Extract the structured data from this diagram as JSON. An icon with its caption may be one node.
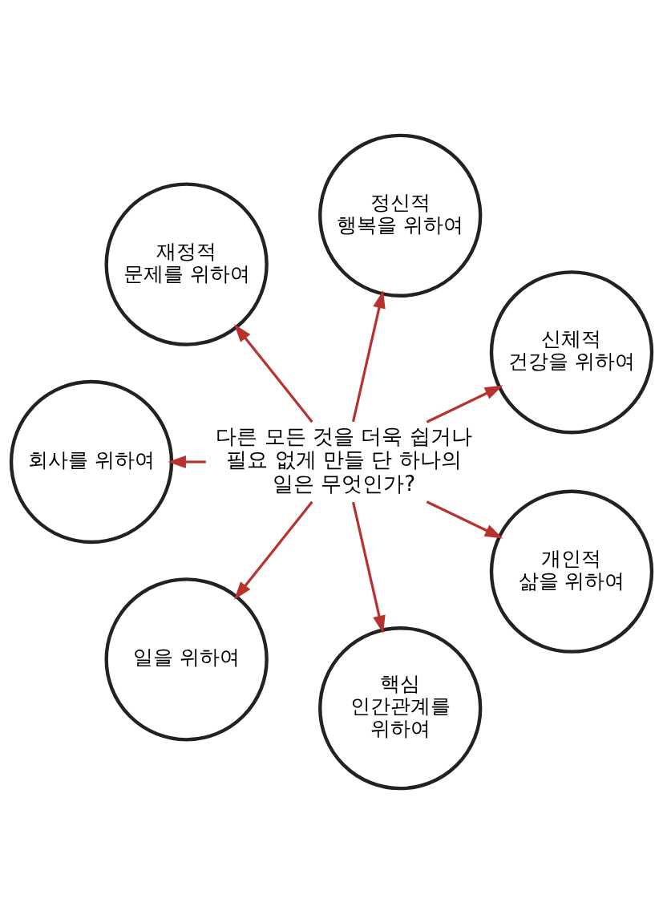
{
  "diagram": {
    "nodes": [
      {
        "text": [
          "정신적 행복을 위하여"
        ]
      },
      {
        "text": [
          "재정적 문제를 위하여"
        ]
      },
      {
        "text": [
          "신체적 건강을 위하여"
        ]
      },
      {
        "text": [
          "다른 모든 것을 더욱 쉽거나 필요 없게 만들 단 하나의 일은 무엇인가?"
        ]
      },
      {
        "text": [
          "개인적 삶을 위하여"
        ]
      },
      {
        "text": [
          "회사를 위하여"
        ]
      },
      {
        "text": [
          "핵심 인간관계를 위하여"
        ]
      },
      {
        "text": [
          "일을 위하여"
        ]
      }
    ],
    "edges": [
      {
        "from": 3,
        "to": 0,
        "arrow": "to"
      },
      {
        "from": 3,
        "to": 2,
        "arrow": "to"
      },
      {
        "from": 3,
        "to": 4,
        "arrow": "to"
      },
      {
        "from": 3,
        "to": 6,
        "arrow": "to"
      },
      {
        "from": 3,
        "to": 7,
        "arrow": "to"
      },
      {
        "from": 3,
        "to": 5,
        "arrow": "to"
      },
      {
        "from": 3,
        "to": 1,
        "arrow": "to"
      }
    ]
  }
}
